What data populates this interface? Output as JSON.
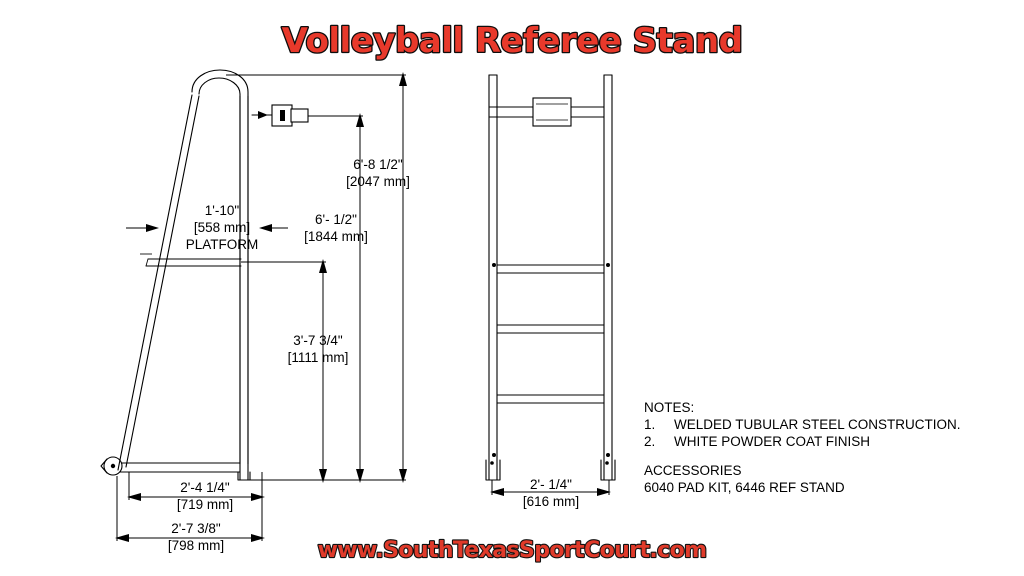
{
  "page": {
    "title": "Volleyball Referee Stand",
    "footer_url": "www.SouthTexasSportCourt.com",
    "title_color": "#e8392b",
    "footer_color": "#e03a2a",
    "line_color": "#000000",
    "background": "#ffffff"
  },
  "drawing": {
    "views": [
      {
        "name": "side-elevation-view",
        "label": ""
      },
      {
        "name": "front-elevation-view",
        "label": ""
      }
    ],
    "annotations": {
      "platform_label": "PLATFORM"
    }
  },
  "dimensions": {
    "overall_height": {
      "imperial": "6'-8 1/2\"",
      "metric": "[2047 mm]"
    },
    "rail_height": {
      "imperial": "6'- 1/2\"",
      "metric": "[1844 mm]"
    },
    "platform_width": {
      "imperial": "1'-10\"",
      "metric": "[558 mm]"
    },
    "platform_height": {
      "imperial": "3'-7 3/4\"",
      "metric": "[1111 mm]"
    },
    "base_depth_inner": {
      "imperial": "2'-4 1/4\"",
      "metric": "[719 mm]"
    },
    "base_depth_outer": {
      "imperial": "2'-7 3/8\"",
      "metric": "[798 mm]"
    },
    "front_width": {
      "imperial": "2'- 1/4\"",
      "metric": "[616 mm]"
    }
  },
  "notes": {
    "heading": "NOTES:",
    "items": [
      {
        "number": "1.",
        "text": "WELDED TUBULAR STEEL CONSTRUCTION."
      },
      {
        "number": "2.",
        "text": "WHITE POWDER COAT FINISH"
      }
    ]
  },
  "accessories": {
    "heading": "ACCESSORIES",
    "text": "6040  PAD KIT, 6446 REF STAND"
  }
}
